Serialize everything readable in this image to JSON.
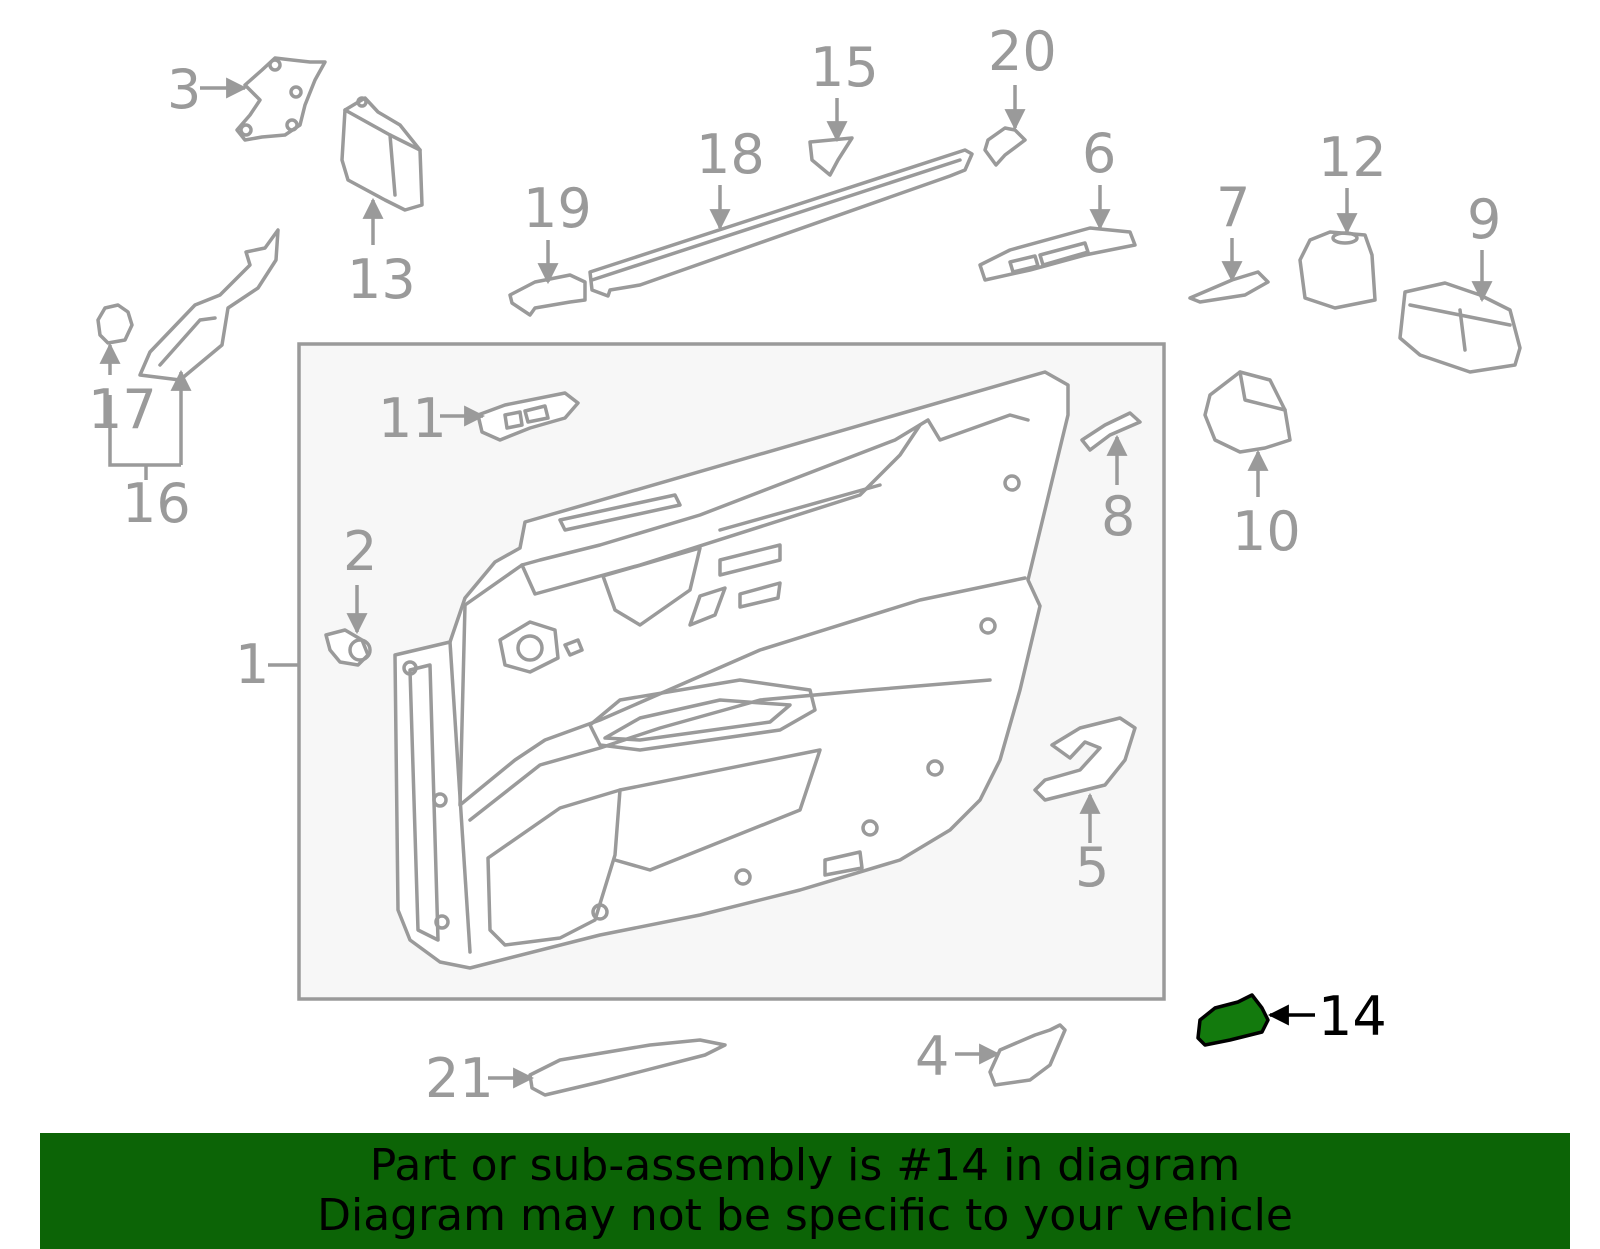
{
  "callouts": {
    "c1": "1",
    "c2": "2",
    "c3": "3",
    "c4": "4",
    "c5": "5",
    "c6": "6",
    "c7": "7",
    "c8": "8",
    "c9": "9",
    "c10": "10",
    "c11": "11",
    "c12": "12",
    "c13": "13",
    "c14": "14",
    "c15": "15",
    "c16": "16",
    "c17": "17",
    "c18": "18",
    "c19": "19",
    "c20": "20",
    "c21": "21"
  },
  "highlight": {
    "part": "14",
    "color": "#137a0d"
  },
  "colors": {
    "line": "#9a9a9a",
    "panel_fill": "#f7f7f7",
    "banner": "#0c6406",
    "text_highlight": "#000000"
  },
  "banner": {
    "line1": "Part or sub-assembly is #14 in diagram",
    "line2": "Diagram may not be specific to your vehicle"
  }
}
